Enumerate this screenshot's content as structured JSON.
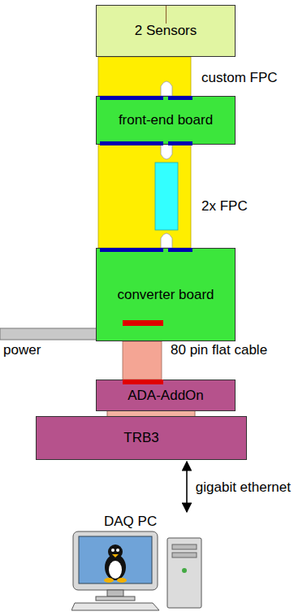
{
  "diagram": {
    "nodes": [
      {
        "text": [
          "2 Sensors"
        ]
      },
      {
        "text": [
          "front-end board"
        ]
      },
      {
        "text": [
          "converter board"
        ]
      },
      {
        "text": [
          "ADA-AddOn"
        ]
      },
      {
        "text": [
          "TRB3"
        ]
      },
      {
        "text": [
          "DAQ PC"
        ]
      }
    ],
    "edges": [
      {
        "from": 0,
        "to": 1,
        "label": "custom FPC",
        "arrow": "none"
      },
      {
        "from": 1,
        "to": 2,
        "label": "2x FPC",
        "arrow": "none"
      },
      {
        "from": 2,
        "to": 3,
        "label": "80 pin flat cable",
        "arrow": "none"
      },
      {
        "from": 4,
        "to": 5,
        "label": "gigabit ethernet",
        "arrow": "both"
      }
    ],
    "labels": [
      "power"
    ]
  }
}
